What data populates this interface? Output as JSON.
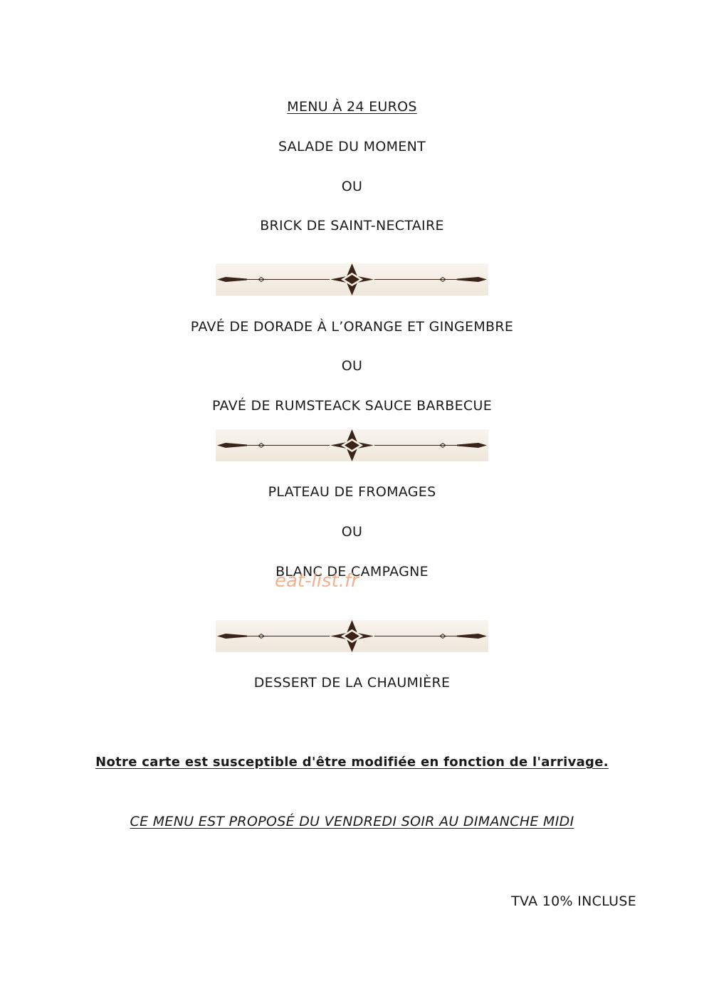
{
  "menu": {
    "title": "MENU À 24  EUROS",
    "entree_1": "SALADE DU MOMENT",
    "or_1": "OU",
    "entree_2": "BRICK DE SAINT-NECTAIRE",
    "plat_1": "PAVÉ DE DORADE À L’ORANGE ET GINGEMBRE",
    "or_2": "OU",
    "plat_2": "PAVÉ DE RUMSTEACK SAUCE BARBECUE",
    "fromage_1": "PLATEAU DE FROMAGES",
    "or_3": "OU",
    "fromage_2": "BLANC DE CAMPAGNE",
    "dessert": "DESSERT DE LA CHAUMIÈRE"
  },
  "notes": {
    "arrivage": "Notre carte est susceptible d'être modifiée en fonction de l'arrivage.",
    "days": "CE MENU EST PROPOSÉ DU VENDREDI SOIR AU DIMANCHE MIDI",
    "tva": "TVA 10% INCLUSE"
  },
  "watermark": "eat-list.fr",
  "colors": {
    "ornament": "#3a2318",
    "watermark": "#f0a37a"
  }
}
